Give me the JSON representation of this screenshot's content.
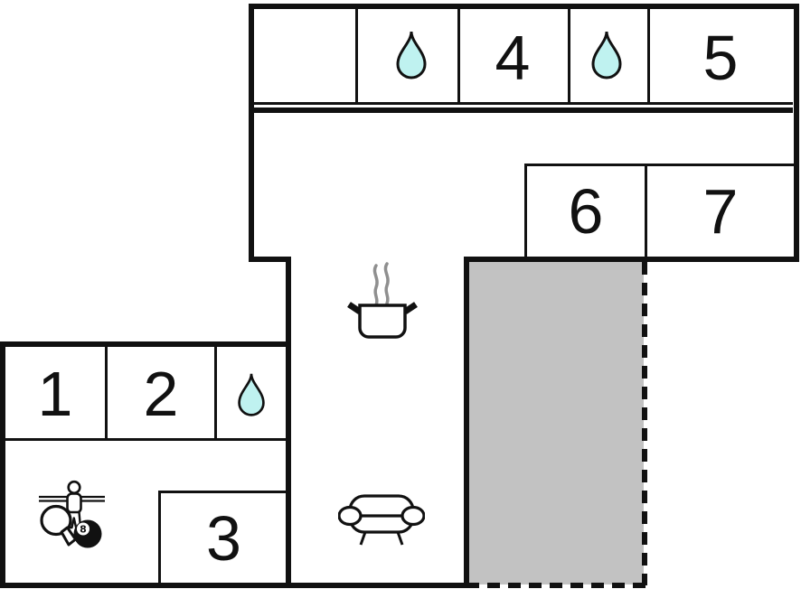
{
  "colors": {
    "wall": "#111111",
    "water_drop_fill": "#bff2f0",
    "terrace_fill": "#c2c2c2",
    "steam": "#8f8f8f",
    "background": "#ffffff"
  },
  "floor_plan": {
    "rooms": [
      {
        "id": "room-1",
        "label": "1"
      },
      {
        "id": "room-2",
        "label": "2"
      },
      {
        "id": "room-3",
        "label": "3"
      },
      {
        "id": "room-4",
        "label": "4"
      },
      {
        "id": "room-5",
        "label": "5"
      },
      {
        "id": "room-6",
        "label": "6"
      },
      {
        "id": "room-7",
        "label": "7"
      }
    ],
    "icons": {
      "water_drop": "water-drop",
      "stove": "stove-with-steam",
      "sofa": "sofa",
      "game_room": "foosball-pingpong-billiard"
    },
    "eight_ball_label": "8"
  }
}
